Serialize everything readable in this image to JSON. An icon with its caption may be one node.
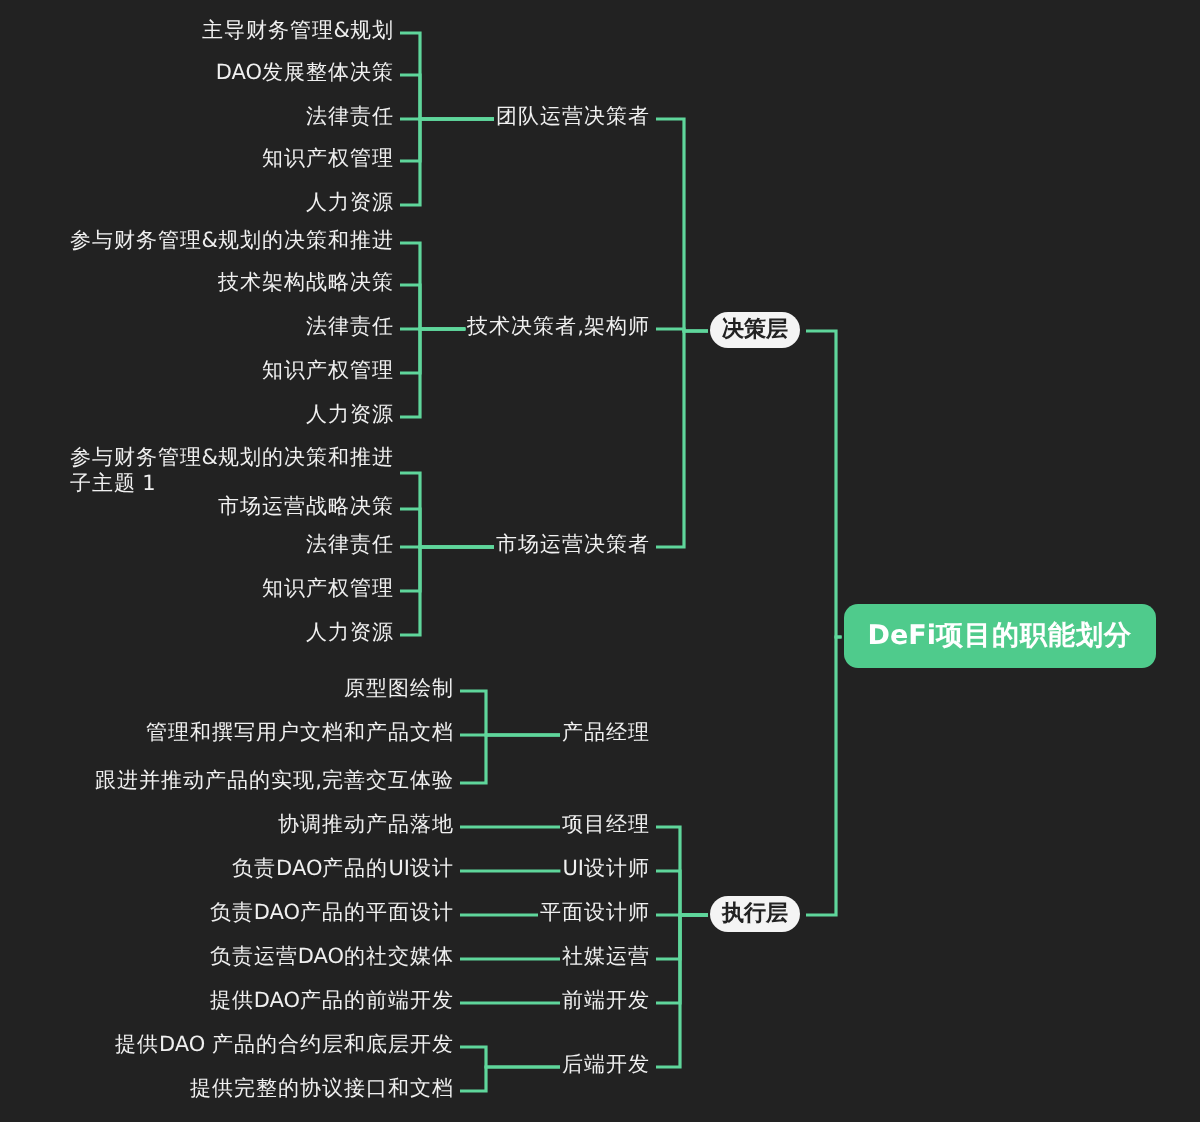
{
  "diagram": {
    "nodes": [
      {
        "text": [
          "DeFi项目的职能划分"
        ]
      },
      {
        "text": [
          "决策层"
        ]
      },
      {
        "text": [
          "团队运营决策者"
        ]
      },
      {
        "text": [
          "主导财务管理&规划"
        ]
      },
      {
        "text": [
          "DAO发展整体决策"
        ]
      },
      {
        "text": [
          "法律责任"
        ]
      },
      {
        "text": [
          "知识产权管理"
        ]
      },
      {
        "text": [
          "人力资源"
        ]
      },
      {
        "text": [
          "技术决策者,架构师"
        ]
      },
      {
        "text": [
          "参与财务管理&规划的决策和推进"
        ]
      },
      {
        "text": [
          "技术架构战略决策"
        ]
      },
      {
        "text": [
          "法律责任"
        ]
      },
      {
        "text": [
          "知识产权管理"
        ]
      },
      {
        "text": [
          "人力资源"
        ]
      },
      {
        "text": [
          "市场运营决策者"
        ]
      },
      {
        "text": [
          "参与财务管理&规划的决策和推进",
          "子主题 1"
        ]
      },
      {
        "text": [
          "市场运营战略决策"
        ]
      },
      {
        "text": [
          "法律责任"
        ]
      },
      {
        "text": [
          "知识产权管理"
        ]
      },
      {
        "text": [
          "人力资源"
        ]
      },
      {
        "text": [
          "产品经理"
        ]
      },
      {
        "text": [
          "原型图绘制"
        ]
      },
      {
        "text": [
          "管理和撰写用户文档和产品文档"
        ]
      },
      {
        "text": [
          "跟进并推动产品的实现,完善交互体验"
        ]
      },
      {
        "text": [
          "执行层"
        ]
      },
      {
        "text": [
          "项目经理"
        ]
      },
      {
        "text": [
          "协调推动产品落地"
        ]
      },
      {
        "text": [
          "UI设计师"
        ]
      },
      {
        "text": [
          "负责DAO产品的UI设计"
        ]
      },
      {
        "text": [
          "平面设计师"
        ]
      },
      {
        "text": [
          "负责DAO产品的平面设计"
        ]
      },
      {
        "text": [
          "社媒运营"
        ]
      },
      {
        "text": [
          "负责运营DAO的社交媒体"
        ]
      },
      {
        "text": [
          "前端开发"
        ]
      },
      {
        "text": [
          "提供DAO产品的前端开发"
        ]
      },
      {
        "text": [
          "后端开发"
        ]
      },
      {
        "text": [
          "提供DAO 产品的合约层和底层开发"
        ]
      },
      {
        "text": [
          "提供完整的协议接口和文档"
        ]
      }
    ],
    "edges": [
      {
        "from": 0,
        "to": 1,
        "arrow": "none"
      },
      {
        "from": 0,
        "to": 24,
        "arrow": "none"
      },
      {
        "from": 1,
        "to": 2,
        "arrow": "none"
      },
      {
        "from": 1,
        "to": 8,
        "arrow": "none"
      },
      {
        "from": 1,
        "to": 14,
        "arrow": "none"
      },
      {
        "from": 2,
        "to": 3,
        "arrow": "none"
      },
      {
        "from": 2,
        "to": 4,
        "arrow": "none"
      },
      {
        "from": 2,
        "to": 5,
        "arrow": "none"
      },
      {
        "from": 2,
        "to": 6,
        "arrow": "none"
      },
      {
        "from": 2,
        "to": 7,
        "arrow": "none"
      },
      {
        "from": 8,
        "to": 9,
        "arrow": "none"
      },
      {
        "from": 8,
        "to": 10,
        "arrow": "none"
      },
      {
        "from": 8,
        "to": 11,
        "arrow": "none"
      },
      {
        "from": 8,
        "to": 12,
        "arrow": "none"
      },
      {
        "from": 8,
        "to": 13,
        "arrow": "none"
      },
      {
        "from": 14,
        "to": 15,
        "arrow": "none"
      },
      {
        "from": 14,
        "to": 16,
        "arrow": "none"
      },
      {
        "from": 14,
        "to": 17,
        "arrow": "none"
      },
      {
        "from": 14,
        "to": 18,
        "arrow": "none"
      },
      {
        "from": 14,
        "to": 19,
        "arrow": "none"
      },
      {
        "from": 20,
        "to": 21,
        "arrow": "none"
      },
      {
        "from": 20,
        "to": 22,
        "arrow": "none"
      },
      {
        "from": 20,
        "to": 23,
        "arrow": "none"
      },
      {
        "from": 24,
        "to": 25,
        "arrow": "none"
      },
      {
        "from": 24,
        "to": 27,
        "arrow": "none"
      },
      {
        "from": 24,
        "to": 29,
        "arrow": "none"
      },
      {
        "from": 24,
        "to": 31,
        "arrow": "none"
      },
      {
        "from": 24,
        "to": 33,
        "arrow": "none"
      },
      {
        "from": 24,
        "to": 35,
        "arrow": "none"
      },
      {
        "from": 25,
        "to": 26,
        "arrow": "none"
      },
      {
        "from": 27,
        "to": 28,
        "arrow": "none"
      },
      {
        "from": 29,
        "to": 30,
        "arrow": "none"
      },
      {
        "from": 31,
        "to": 32,
        "arrow": "none"
      },
      {
        "from": 33,
        "to": 34,
        "arrow": "none"
      },
      {
        "from": 35,
        "to": 36,
        "arrow": "none"
      },
      {
        "from": 35,
        "to": 37,
        "arrow": "none"
      }
    ]
  }
}
